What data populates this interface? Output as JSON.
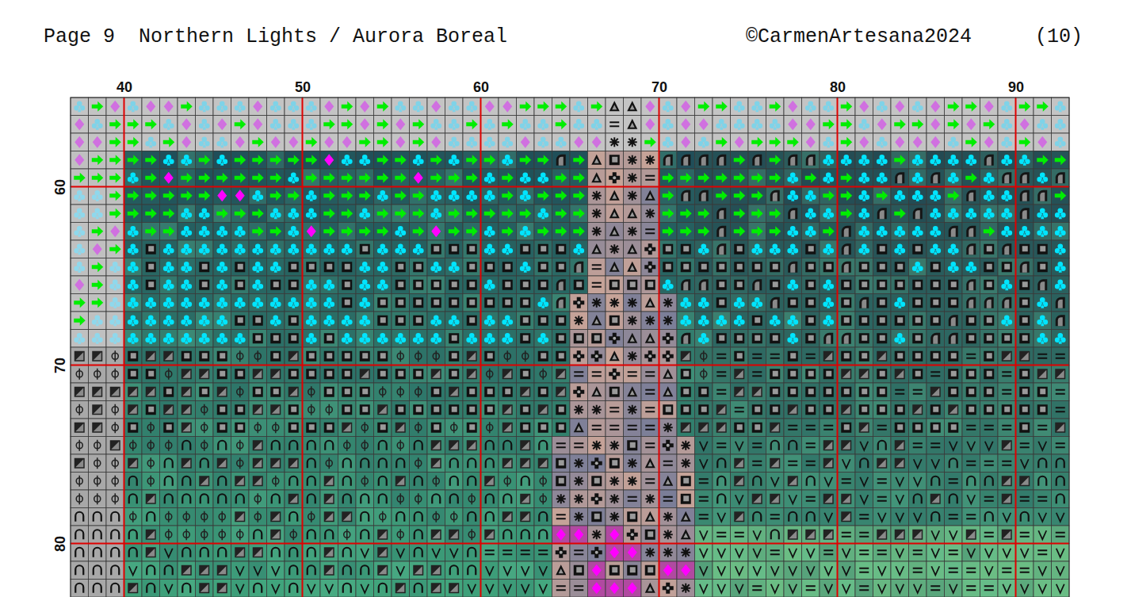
{
  "diagram": {
    "title": "Page 9  Northern Lights / Aurora Boreal",
    "labels": [
      "©CarmenArtesana2024",
      "(10)",
      "40",
      "50",
      "60",
      "70",
      "80",
      "90",
      "60",
      "70",
      "80"
    ]
  }
}
